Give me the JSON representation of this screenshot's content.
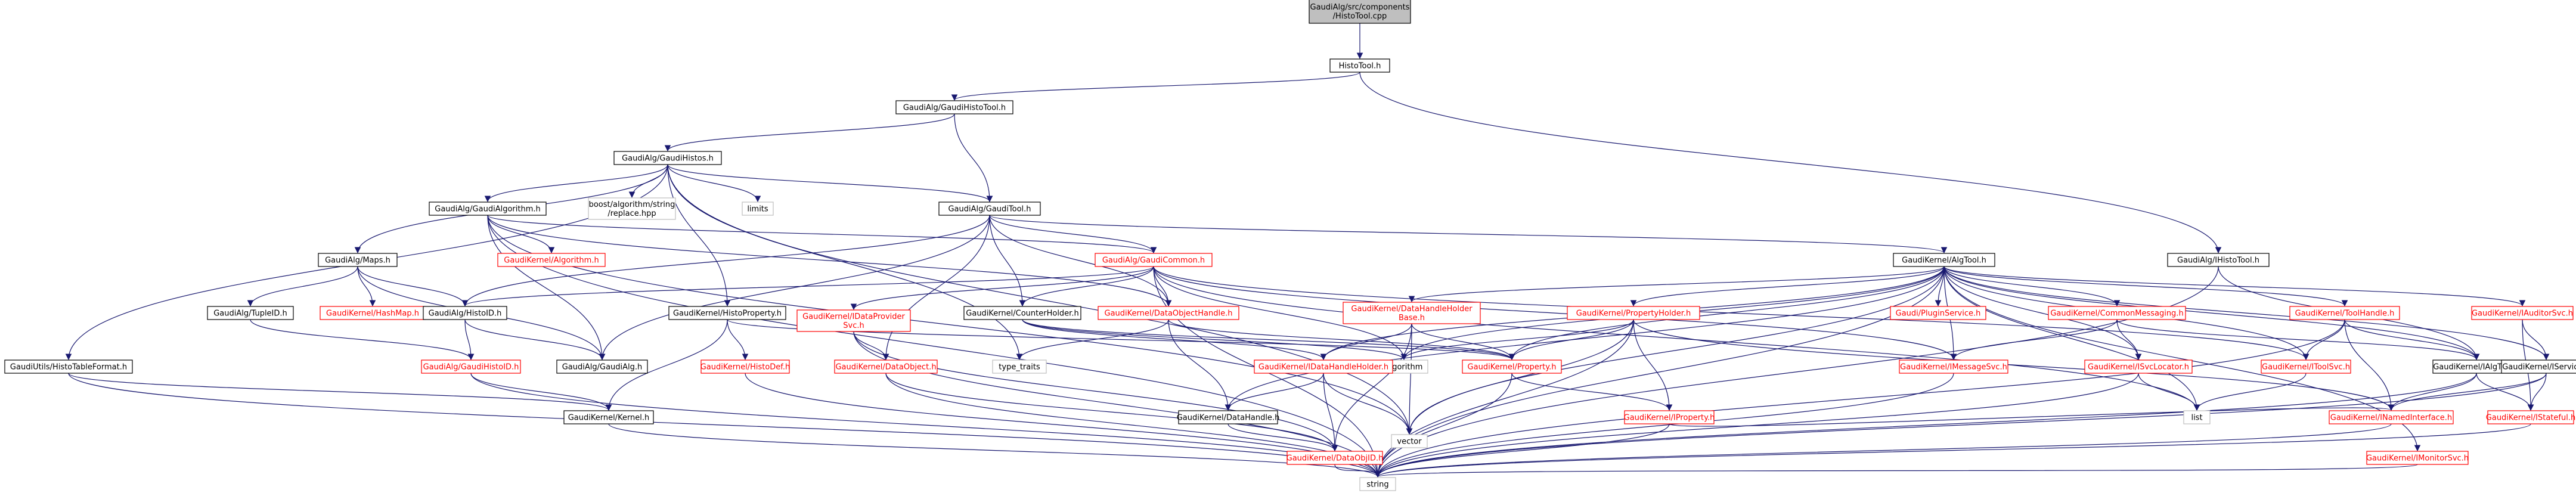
{
  "colors": {
    "edge": "#191970",
    "normal_border": "#000000",
    "missing_border": "#ff0000",
    "root_fill": "#bfbfbf",
    "text_red": "#ff0000",
    "text_black": "#000000"
  },
  "nodes": [
    {
      "id": "root",
      "lines": [
        "GaudiAlg/src/components",
        "/HistoTool.cpp"
      ],
      "style": "root"
    },
    {
      "id": "histotool_h",
      "lines": [
        "HistoTool.h"
      ],
      "style": "normal"
    },
    {
      "id": "gaudihistotool",
      "lines": [
        "GaudiAlg/GaudiHistoTool.h"
      ],
      "style": "normal"
    },
    {
      "id": "ihistotool",
      "lines": [
        "GaudiAlg/IHistoTool.h"
      ],
      "style": "normal"
    },
    {
      "id": "gaudihistos",
      "lines": [
        "GaudiAlg/GaudiHistos.h"
      ],
      "style": "normal"
    },
    {
      "id": "gaudialgorithm",
      "lines": [
        "GaudiAlg/GaudiAlgorithm.h"
      ],
      "style": "normal"
    },
    {
      "id": "boost_replace",
      "lines": [
        "boost/algorithm/string",
        "/replace.hpp"
      ],
      "style": "ext"
    },
    {
      "id": "limits",
      "lines": [
        "limits"
      ],
      "style": "ext"
    },
    {
      "id": "gauditool",
      "lines": [
        "GaudiAlg/GaudiTool.h"
      ],
      "style": "normal"
    },
    {
      "id": "algtool",
      "lines": [
        "GaudiKernel/AlgTool.h"
      ],
      "style": "normal"
    },
    {
      "id": "maps",
      "lines": [
        "GaudiAlg/Maps.h"
      ],
      "style": "normal"
    },
    {
      "id": "algorithm_h",
      "lines": [
        "GaudiKernel/Algorithm.h"
      ],
      "style": "missing"
    },
    {
      "id": "gaudicommon",
      "lines": [
        "GaudiAlg/GaudiCommon.h"
      ],
      "style": "missing"
    },
    {
      "id": "histoproperty",
      "lines": [
        "GaudiKernel/HistoProperty.h"
      ],
      "style": "normal"
    },
    {
      "id": "tupleid",
      "lines": [
        "GaudiAlg/TupleID.h"
      ],
      "style": "normal"
    },
    {
      "id": "hashmap",
      "lines": [
        "GaudiKernel/HashMap.h"
      ],
      "style": "missing"
    },
    {
      "id": "histoid_alg",
      "lines": [
        "GaudiAlg/HistoID.h"
      ],
      "style": "normal"
    },
    {
      "id": "idataprovidersvc",
      "lines": [
        "GaudiKernel/IDataProvider",
        "Svc.h"
      ],
      "style": "missing"
    },
    {
      "id": "counterholder",
      "lines": [
        "GaudiKernel/CounterHolder.h"
      ],
      "style": "normal"
    },
    {
      "id": "dataobjecthandle",
      "lines": [
        "GaudiKernel/DataObjectHandle.h"
      ],
      "style": "missing"
    },
    {
      "id": "datahandleholderbase",
      "lines": [
        "GaudiKernel/DataHandleHolder",
        "Base.h"
      ],
      "style": "missing"
    },
    {
      "id": "propertyholder",
      "lines": [
        "GaudiKernel/PropertyHolder.h"
      ],
      "style": "missing"
    },
    {
      "id": "ipluginservice",
      "lines": [
        "Gaudi/PluginService.h"
      ],
      "style": "missing"
    },
    {
      "id": "commonmessaging",
      "lines": [
        "GaudiKernel/CommonMessaging.h"
      ],
      "style": "missing"
    },
    {
      "id": "toolhandle",
      "lines": [
        "GaudiKernel/ToolHandle.h"
      ],
      "style": "missing"
    },
    {
      "id": "iauditorsvc",
      "lines": [
        "GaudiKernel/IAuditorSvc.h"
      ],
      "style": "missing"
    },
    {
      "id": "gaudiutils_htf",
      "lines": [
        "GaudiUtils/HistoTableFormat.h"
      ],
      "style": "normal"
    },
    {
      "id": "ghistoid",
      "lines": [
        "GaudiAlg/GaudiHistoID.h"
      ],
      "style": "missing"
    },
    {
      "id": "gaudialg_h",
      "lines": [
        "GaudiAlg/GaudiAlg.h"
      ],
      "style": "normal"
    },
    {
      "id": "histodef",
      "lines": [
        "GaudiKernel/HistoDef.h"
      ],
      "style": "missing"
    },
    {
      "id": "dataobject",
      "lines": [
        "GaudiKernel/DataObject.h"
      ],
      "style": "missing"
    },
    {
      "id": "type_traits",
      "lines": [
        "type_traits"
      ],
      "style": "ext"
    },
    {
      "id": "algorithm_std",
      "lines": [
        "algorithm"
      ],
      "style": "ext"
    },
    {
      "id": "idatahandleholder",
      "lines": [
        "GaudiKernel/IDataHandleHolder.h"
      ],
      "style": "missing"
    },
    {
      "id": "property",
      "lines": [
        "GaudiKernel/Property.h"
      ],
      "style": "missing"
    },
    {
      "id": "imessagesvc",
      "lines": [
        "GaudiKernel/IMessageSvc.h"
      ],
      "style": "missing"
    },
    {
      "id": "isvclocator",
      "lines": [
        "GaudiKernel/ISvcLocator.h"
      ],
      "style": "missing"
    },
    {
      "id": "itoolsvc",
      "lines": [
        "GaudiKernel/IToolSvc.h"
      ],
      "style": "missing"
    },
    {
      "id": "ialgtool",
      "lines": [
        "GaudiKernel/IAlgTool.h"
      ],
      "style": "normal"
    },
    {
      "id": "iservice",
      "lines": [
        "GaudiKernel/IService.h"
      ],
      "style": "normal"
    },
    {
      "id": "kernel_h",
      "lines": [
        "GaudiKernel/Kernel.h"
      ],
      "style": "normal"
    },
    {
      "id": "datahandle",
      "lines": [
        "GaudiKernel/DataHandle.h"
      ],
      "style": "normal"
    },
    {
      "id": "iproperty",
      "lines": [
        "GaudiKernel/IProperty.h"
      ],
      "style": "missing"
    },
    {
      "id": "list",
      "lines": [
        "list"
      ],
      "style": "ext"
    },
    {
      "id": "inamedinterface",
      "lines": [
        "GaudiKernel/INamedInterface.h"
      ],
      "style": "missing"
    },
    {
      "id": "istateful",
      "lines": [
        "GaudiKernel/IStateful.h"
      ],
      "style": "missing"
    },
    {
      "id": "vector",
      "lines": [
        "vector"
      ],
      "style": "ext"
    },
    {
      "id": "dataobjid",
      "lines": [
        "GaudiKernel/DataObjID.h"
      ],
      "style": "missing"
    },
    {
      "id": "imonitorsvc",
      "lines": [
        "GaudiKernel/IMonitorSvc.h"
      ],
      "style": "missing"
    },
    {
      "id": "string",
      "lines": [
        "string"
      ],
      "style": "ext"
    }
  ]
}
